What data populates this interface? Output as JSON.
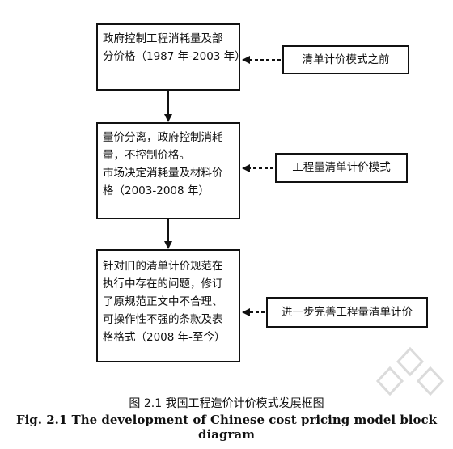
{
  "flow": {
    "stage1": {
      "lines": [
        "政府控制工程消耗量及部",
        "分价格（1987 年-2003 年）"
      ],
      "note": "清单计价模式之前"
    },
    "stage2": {
      "lines": [
        "量价分离，政府控制消耗",
        "量，不控制价格。",
        "市场决定消耗量及材料价",
        "格（2003-2008 年）"
      ],
      "note": "工程量清单计价模式"
    },
    "stage3": {
      "lines": [
        "针对旧的清单计价规范在",
        "执行中存在的问题，修订",
        "了原规范正文中不合理、",
        "可操作性不强的条款及表",
        "格格式（2008 年-至今）"
      ],
      "note": "进一步完善工程量清单计价"
    }
  },
  "caption": {
    "cn": "图 2.1   我国工程造价计价模式发展框图",
    "en": "Fig. 2.1    The development of Chinese cost pricing model block diagram"
  }
}
